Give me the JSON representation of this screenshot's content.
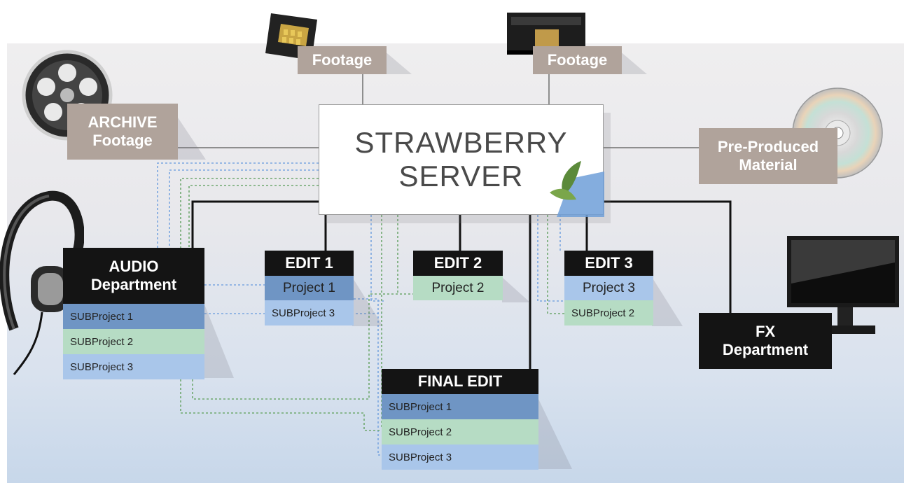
{
  "server": {
    "line1": "STRAWBERRY",
    "line2": "SERVER"
  },
  "sources": {
    "footage_card": "Footage",
    "footage_tape": "Footage",
    "archive_line1": "ARCHIVE",
    "archive_line2": "Footage",
    "preproduced_line1": "Pre-Produced",
    "preproduced_line2": "Material"
  },
  "audio": {
    "title_line1": "AUDIO",
    "title_line2": "Department",
    "subprojects": [
      "SUBProject 1",
      "SUBProject 2",
      "SUBProject 3"
    ]
  },
  "edit1": {
    "title": "EDIT 1",
    "project": "Project 1",
    "subproject": "SUBProject 3"
  },
  "edit2": {
    "title": "EDIT 2",
    "project": "Project 2"
  },
  "edit3": {
    "title": "EDIT 3",
    "project": "Project 3",
    "subproject": "SUBProject 2"
  },
  "fx": {
    "title_line1": "FX",
    "title_line2": "Department"
  },
  "final_edit": {
    "title": "FINAL EDIT",
    "subprojects": [
      "SUBProject 1",
      "SUBProject 2",
      "SUBProject 3"
    ]
  },
  "colors": {
    "taupe": "#b0a39b",
    "black_header": "#141414",
    "subproject_dark_blue": "#6f95c4",
    "subproject_green": "#b6dcc4",
    "subproject_light_blue": "#a9c6ea",
    "dotted_blue": "#7aa6e0",
    "dotted_green": "#6fa86f"
  },
  "icons": [
    "film-reel-icon",
    "memory-card-icon",
    "video-cassette-icon",
    "cd-disc-icon",
    "headphones-icon",
    "monitor-icon",
    "strawberry-leaf-icon"
  ]
}
